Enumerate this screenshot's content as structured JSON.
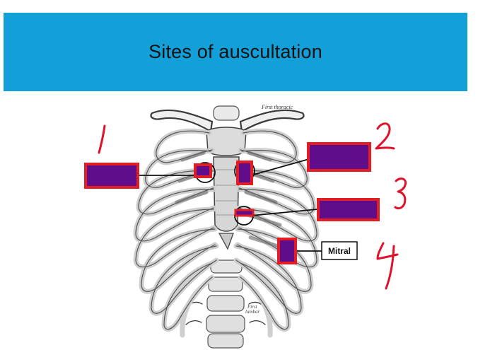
{
  "slide": {
    "title": "Sites of auscultation",
    "banner_color": "#139fd8"
  },
  "illustration": {
    "subject": "anterior view of thoracic cage (ribs, sternum, clavicles, spine)",
    "printed_labels": {
      "top": "First thoracic",
      "bottom_line1": "First",
      "bottom_line2": "lumbar"
    }
  },
  "labels": {
    "mitral": "Mitral"
  },
  "annotations": {
    "handwritten_numbers": [
      "1",
      "2",
      "3",
      "4"
    ],
    "handwriting_color": "#e0122b"
  },
  "redaction": {
    "fill": "#5f0d8a",
    "border": "#e31d24"
  }
}
